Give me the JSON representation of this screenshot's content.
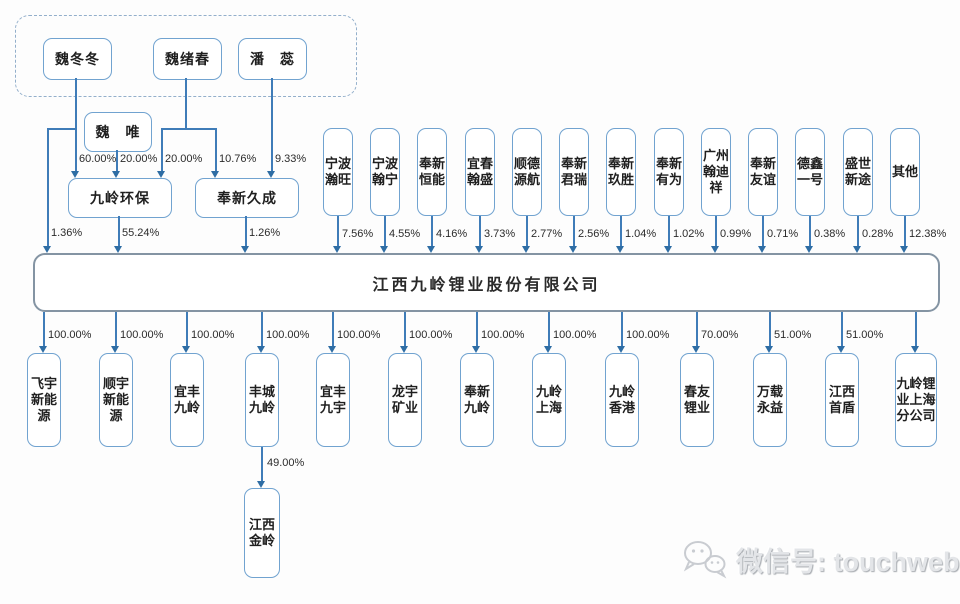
{
  "diagram": {
    "company": {
      "name": "江西九岭锂业股份有限公司"
    },
    "founders": [
      {
        "name": "魏冬冬"
      },
      {
        "name": "魏绪春"
      },
      {
        "name": "潘　蕊"
      }
    ],
    "middle_person": {
      "name": "魏　唯"
    },
    "holding_companies": [
      {
        "name": "九岭环保"
      },
      {
        "name": "奉新久成"
      }
    ],
    "founder_edges": [
      {
        "pct": "60.00%"
      },
      {
        "pct": "20.00%"
      },
      {
        "pct": "20.00%"
      },
      {
        "pct": "10.76%"
      },
      {
        "pct": "9.33%"
      }
    ],
    "company_edges": [
      {
        "pct": "1.36%"
      },
      {
        "pct": "55.24%"
      },
      {
        "pct": "1.26%"
      }
    ],
    "shareholders": [
      {
        "name": "宁波瀚旺",
        "pct": "7.56%"
      },
      {
        "name": "宁波翰宁",
        "pct": "4.55%"
      },
      {
        "name": "奉新恒能",
        "pct": "4.16%"
      },
      {
        "name": "宜春翰盛",
        "pct": "3.73%"
      },
      {
        "name": "顺德源航",
        "pct": "2.77%"
      },
      {
        "name": "奉新君瑞",
        "pct": "2.56%"
      },
      {
        "name": "奉新玖胜",
        "pct": "1.04%"
      },
      {
        "name": "奉新有为",
        "pct": "1.02%"
      },
      {
        "name": "广州翰迪祥",
        "pct": "0.99%"
      },
      {
        "name": "奉新友谊",
        "pct": "0.71%"
      },
      {
        "name": "德鑫一号",
        "pct": "0.38%"
      },
      {
        "name": "盛世新途",
        "pct": "0.28%"
      },
      {
        "name": "其他",
        "pct": "12.38%"
      }
    ],
    "subsidiaries": [
      {
        "name": "飞宇新能源",
        "pct": "100.00%"
      },
      {
        "name": "顺宇新能源",
        "pct": "100.00%"
      },
      {
        "name": "宜丰九岭",
        "pct": "100.00%"
      },
      {
        "name": "丰城九岭",
        "pct": "100.00%"
      },
      {
        "name": "宜丰九宇",
        "pct": "100.00%"
      },
      {
        "name": "龙宇矿业",
        "pct": "100.00%"
      },
      {
        "name": "奉新九岭",
        "pct": "100.00%"
      },
      {
        "name": "九岭上海",
        "pct": "100.00%"
      },
      {
        "name": "九岭香港",
        "pct": "100.00%"
      },
      {
        "name": "春友锂业",
        "pct": "70.00%"
      },
      {
        "name": "万载永益",
        "pct": "51.00%"
      },
      {
        "name": "江西首盾",
        "pct": "51.00%"
      },
      {
        "name": "九岭锂业上海分公司",
        "pct": ""
      }
    ],
    "grandchild": {
      "name": "江西金岭",
      "pct": "49.00%"
    }
  },
  "watermark": {
    "icon": "wechat-icon",
    "text": "微信号: touchweb"
  },
  "colors": {
    "box_border": "#71a3d0",
    "main_border": "#8494a3",
    "connector": "#3f7cb8",
    "arrow": "#2e6da4",
    "text": "#1f1f1f",
    "watermark": "#c9ccd1"
  }
}
